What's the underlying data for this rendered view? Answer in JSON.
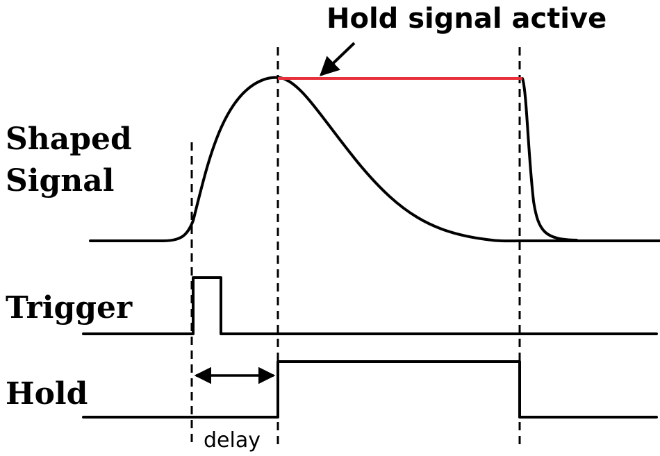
{
  "annotation": {
    "text": "Hold signal active"
  },
  "labels": {
    "shaped_line1": "Shaped",
    "shaped_line2": "Signal",
    "trigger": "Trigger",
    "hold": "Hold",
    "delay": "delay"
  },
  "colors": {
    "hold_active": "#e8303a",
    "ink": "#000000"
  }
}
